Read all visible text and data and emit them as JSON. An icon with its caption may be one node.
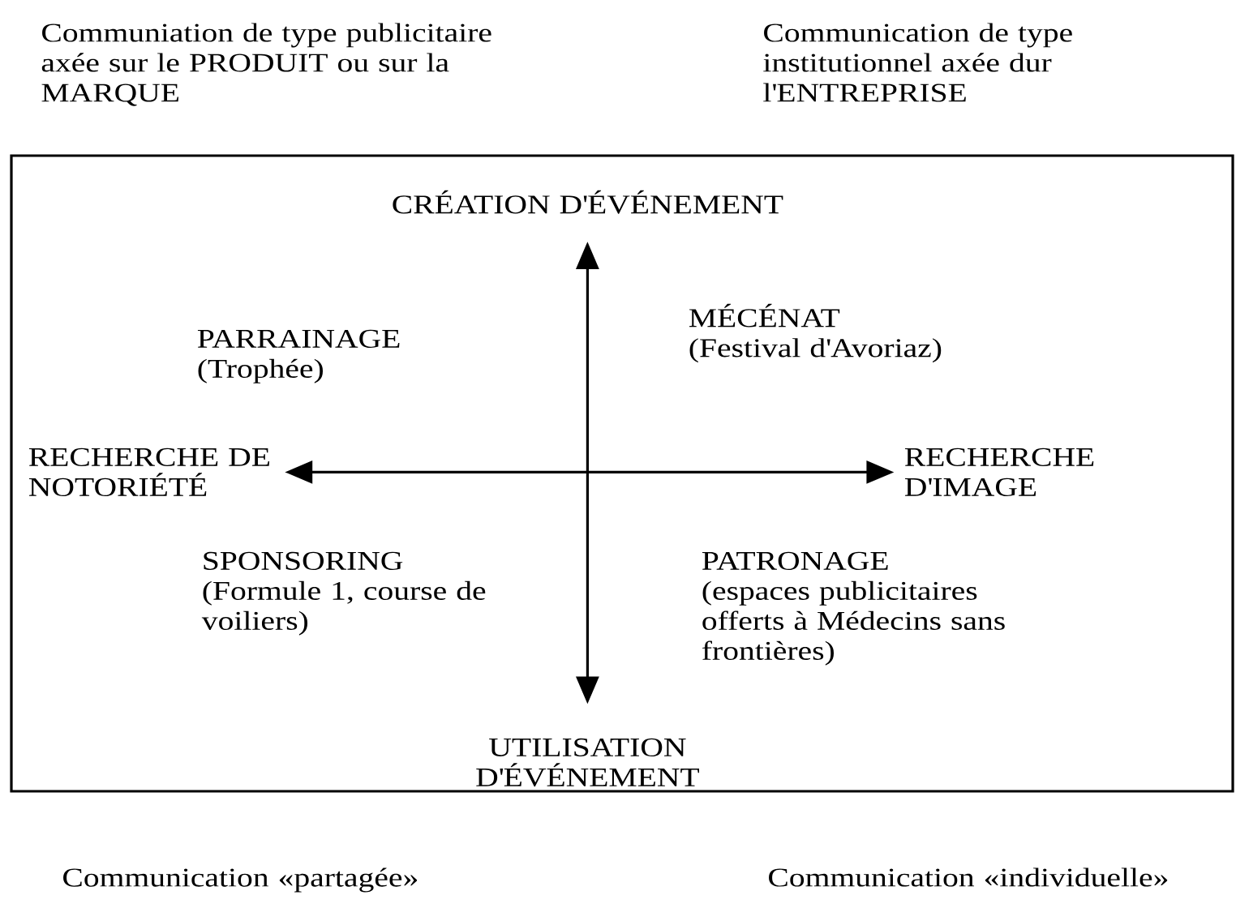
{
  "diagram": {
    "nodes": [
      {
        "text": [],
        "shape": "box"
      },
      {
        "text": [
          "CRÉATION D'ÉVÉNEMENT"
        ],
        "in": 0
      },
      {
        "text": [
          "PARRAINAGE",
          "(Trophée)"
        ],
        "in": 0
      },
      {
        "text": [
          "MÉCÉNAT",
          "(Festival d'Avoriaz)"
        ],
        "in": 0
      },
      {
        "text": [
          "RECHERCHE DE NOTORIÉTÉ"
        ],
        "in": 0
      },
      {
        "text": [
          "RECHERCHE D'IMAGE"
        ],
        "in": 0
      },
      {
        "text": [
          "SPONSORING",
          "(Formule 1, course de voiliers)"
        ],
        "in": 0
      },
      {
        "text": [
          "PATRONAGE",
          "(espaces publicitaires offerts à Médecins sans frontières)"
        ],
        "in": 0
      },
      {
        "text": [
          "UTILISATION D'ÉVÉNEMENT"
        ],
        "in": 0
      }
    ],
    "edges": [
      {
        "from": 1,
        "to": 8,
        "arrow": "both"
      },
      {
        "from": 4,
        "to": 5,
        "arrow": "both"
      }
    ],
    "labels": [
      "Communiation de type publicitaire axée sur le PRODUIT ou sur la MARQUE",
      "Communication de type institutionnel axée dur l'ENTREPRISE",
      "Communication «partagée»",
      "Communication «individuelle»"
    ]
  }
}
